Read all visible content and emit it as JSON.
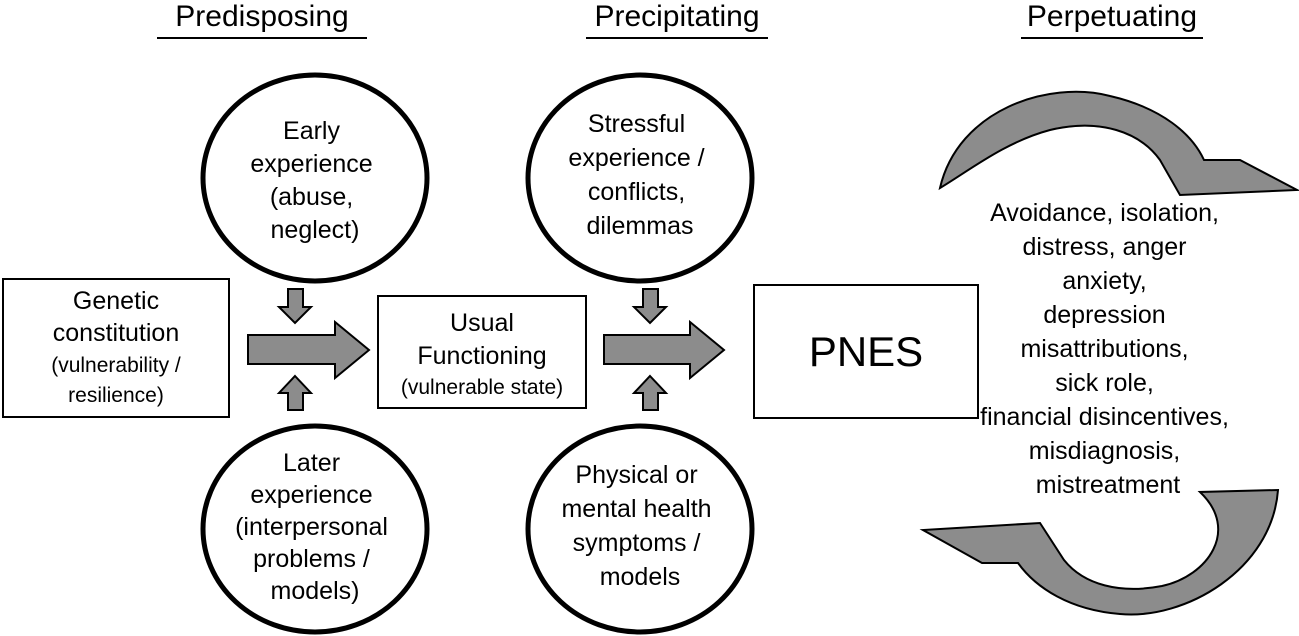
{
  "colors": {
    "arrow_fill": "#8c8c8c",
    "stroke": "#000000",
    "background": "#ffffff"
  },
  "headers": {
    "predisposing": "Predisposing",
    "precipitating": "Precipitating",
    "perpetuating": "Perpetuating"
  },
  "nodes": {
    "early_experience": [
      "Early",
      "experience",
      "(abuse,",
      "neglect)"
    ],
    "later_experience": [
      "Later",
      "experience",
      "(interpersonal",
      "problems /",
      "models)"
    ],
    "genetic_constitution": [
      "Genetic",
      "constitution",
      "(vulnerability /",
      "resilience)"
    ],
    "usual_functioning": [
      "Usual",
      "Functioning",
      "(vulnerable state)"
    ],
    "stressful_experience": [
      "Stressful",
      "experience /",
      "conflicts,",
      "dilemmas"
    ],
    "physical_mental": [
      "Physical or",
      "mental health",
      "symptoms /",
      "models"
    ],
    "pnes": "PNES"
  },
  "perpetuating_factors": [
    "Avoidance, isolation,",
    "distress, anger",
    "anxiety,",
    "depression",
    "misattributions,",
    "sick role,",
    "financial disincentives,",
    "misdiagnosis,",
    "mistreatment"
  ]
}
